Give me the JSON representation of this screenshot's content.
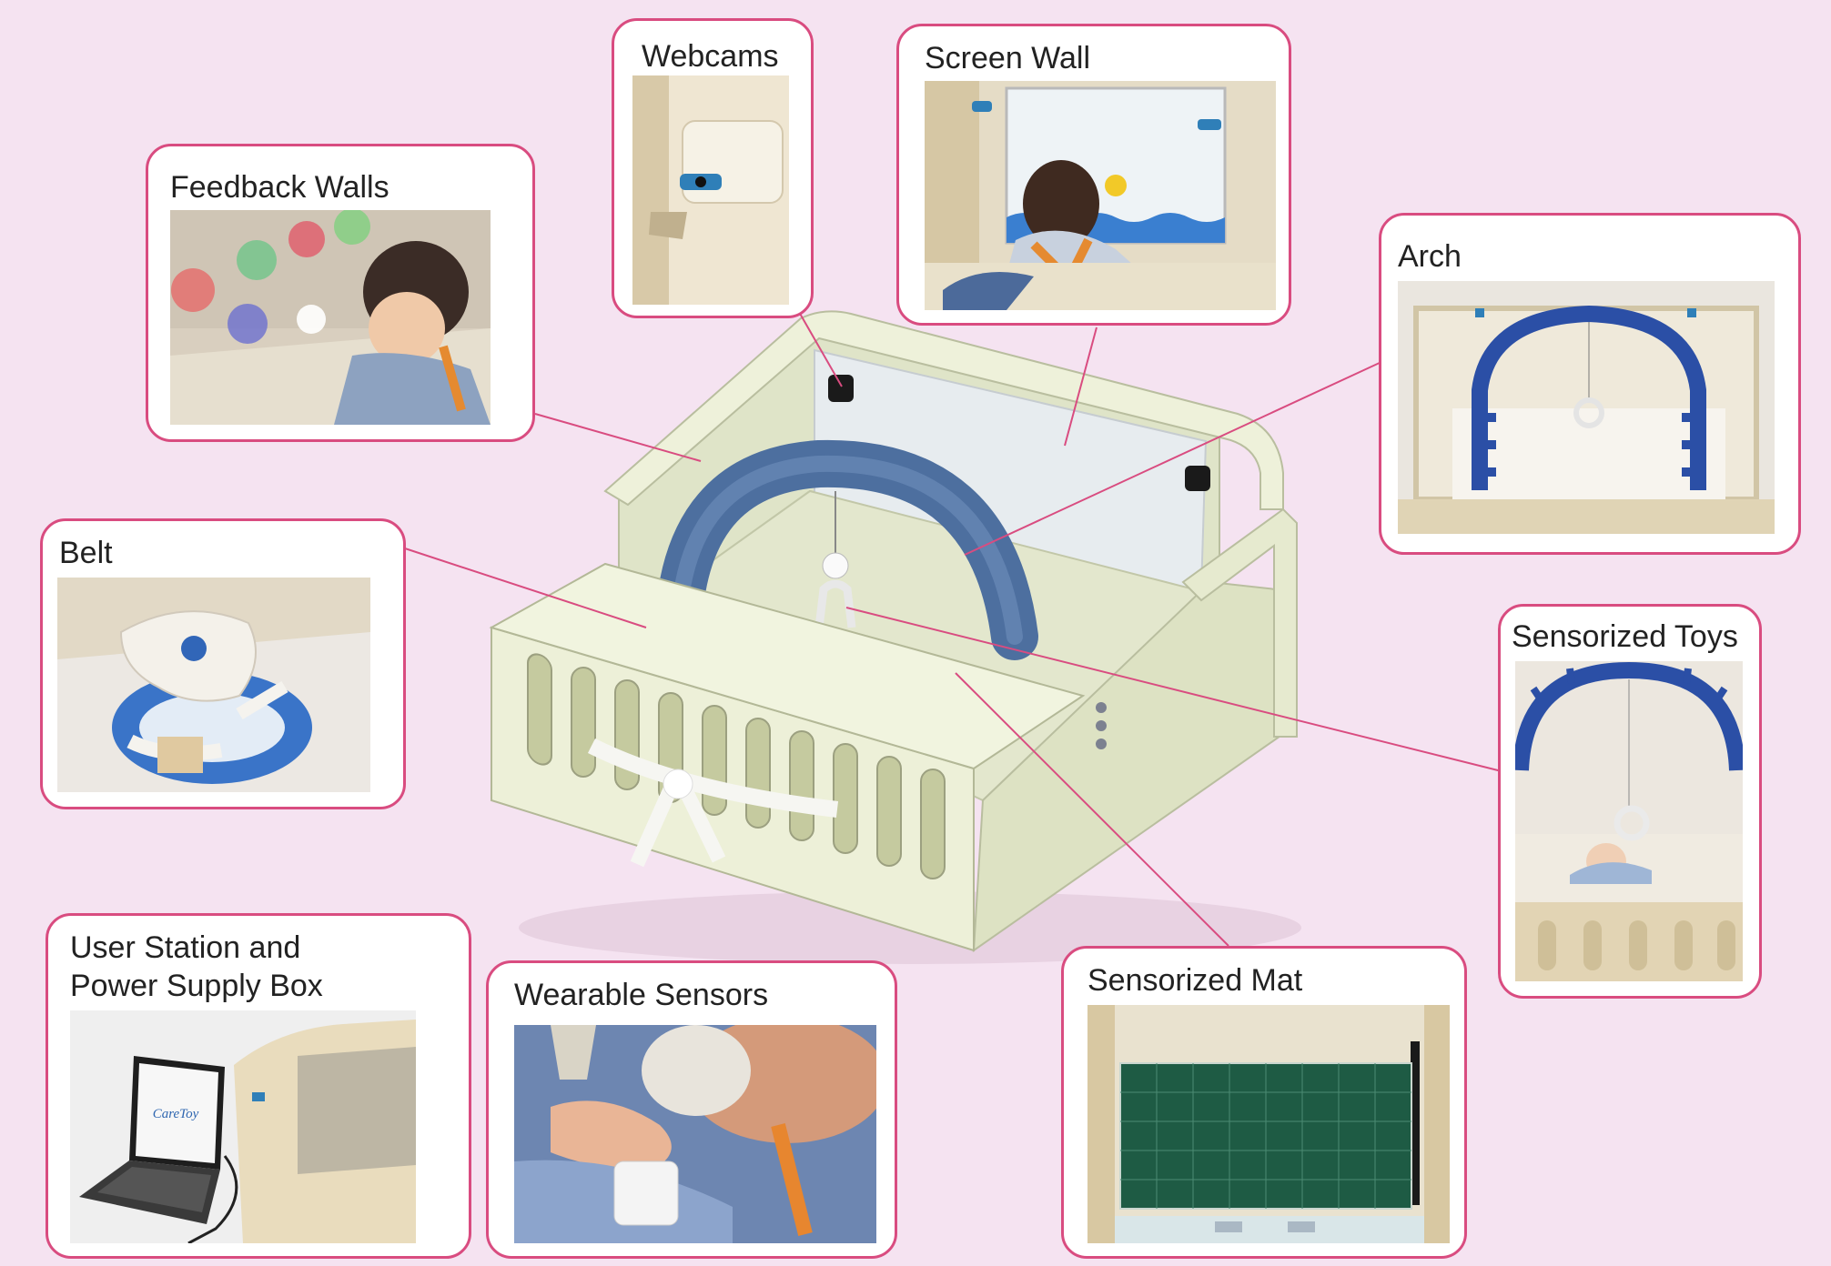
{
  "callouts": {
    "webcams": "Webcams",
    "screen_wall": "Screen Wall",
    "feedback_walls": "Feedback Walls",
    "arch": "Arch",
    "belt": "Belt",
    "sensorized_toys": "Sensorized Toys",
    "user_station_line1": "User Station and",
    "user_station_line2": "Power Supply Box",
    "wearable_sensors": "Wearable Sensors",
    "sensorized_mat": "Sensorized Mat"
  },
  "laptop_logo": "CareToy",
  "colors": {
    "background": "#f5e3f1",
    "callout_border": "#d94c80",
    "leader_line": "#d94c80",
    "crib_body": "#ecefd6",
    "arch_blue": "#4d6f9f",
    "toy_arch_blue": "#2c4ea6",
    "mat_green": "#1e5b44"
  }
}
